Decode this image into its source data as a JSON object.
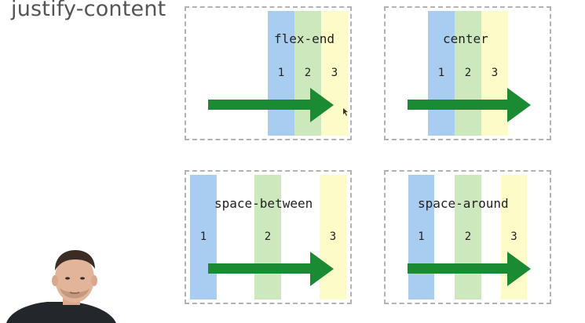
{
  "title": "justify-content",
  "panels": [
    {
      "label": "flex-end",
      "items": [
        "1",
        "2",
        "3"
      ]
    },
    {
      "label": "center",
      "items": [
        "1",
        "2",
        "3"
      ]
    },
    {
      "label": "space-between",
      "items": [
        "1",
        "2",
        "3"
      ]
    },
    {
      "label": "space-around",
      "items": [
        "1",
        "2",
        "3"
      ]
    }
  ],
  "colors": {
    "item1": "#a9cdf0",
    "item2": "#cde8bd",
    "item3": "#fdfcc8",
    "arrow": "#1a8a33",
    "border": "#b3b3b3"
  },
  "icons": [
    "arrow-right-icon",
    "mouse-pointer-icon"
  ]
}
